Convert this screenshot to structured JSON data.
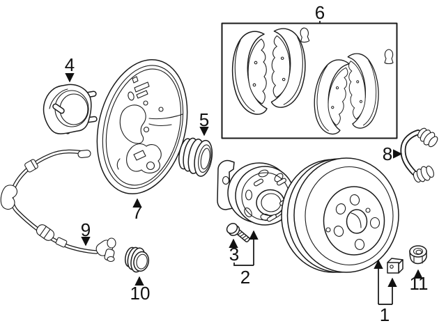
{
  "diagram": {
    "background_color": "#ffffff",
    "line_color": "#1a1a1a",
    "callouts": {
      "1": "1",
      "2": "2",
      "3": "3",
      "4": "4",
      "5": "5",
      "6": "6",
      "7": "7",
      "8": "8",
      "9": "9",
      "10": "10",
      "11": "11"
    }
  }
}
